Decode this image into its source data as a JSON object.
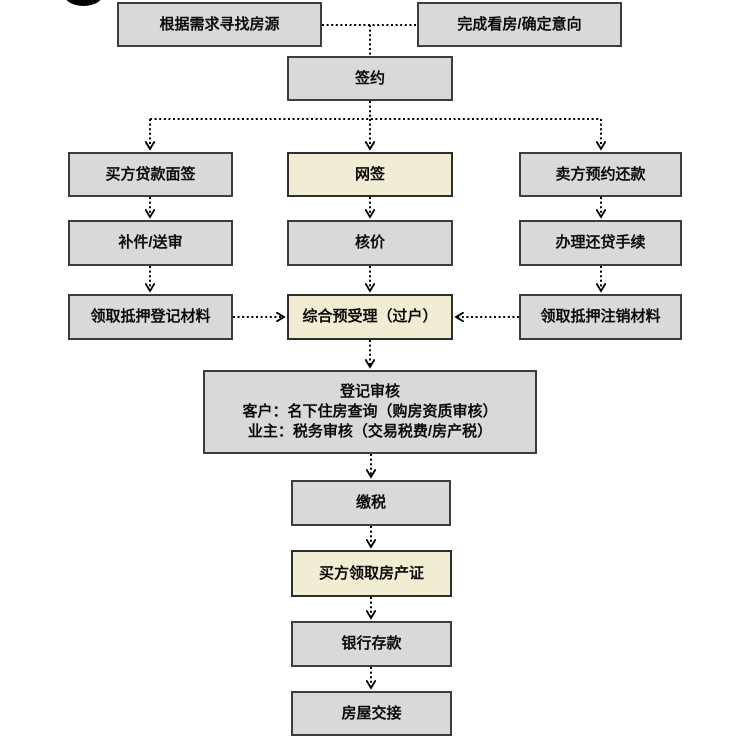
{
  "flowchart": {
    "description_domain": "second-hand housing transaction process flowchart",
    "colors": {
      "background": "#ffffff",
      "box_fill": "#d9d9d9",
      "box_border": "#3d3d3d",
      "highlight_fill": "#f0edd2",
      "connector": "#000000"
    },
    "nodes": {
      "find_house": {
        "label": "根据需求寻找房源",
        "highlight": false
      },
      "confirm_intent": {
        "label": "完成看房/确定意向",
        "highlight": false
      },
      "sign_contract": {
        "label": "签约",
        "highlight": false
      },
      "buyer_loan_interview": {
        "label": "买方贷款面签",
        "highlight": false
      },
      "online_signing": {
        "label": "网签",
        "highlight": true
      },
      "seller_repayment_appointment": {
        "label": "卖方预约还款",
        "highlight": false
      },
      "supplement_submit_review": {
        "label": "补件/送审",
        "highlight": false
      },
      "price_verification": {
        "label": "核价",
        "highlight": false
      },
      "loan_repayment_procedure": {
        "label": "办理还贷手续",
        "highlight": false
      },
      "collect_mortgage_registration_materials": {
        "label": "领取抵押登记材料",
        "highlight": false
      },
      "comprehensive_pre_acceptance": {
        "label": "综合预受理（过户）",
        "highlight": true
      },
      "collect_mortgage_cancellation_materials": {
        "label": "领取抵押注销材料",
        "highlight": false
      },
      "registration_review": {
        "line1": "登记审核",
        "line2": "客户：名下住房查询（购房资质审核）",
        "line3": "业主：税务审核（交易税费/房产税）",
        "highlight": false
      },
      "pay_taxes": {
        "label": "缴税",
        "highlight": false
      },
      "buyer_collect_property_certificate": {
        "label": "买方领取房产证",
        "highlight": true
      },
      "bank_deposit": {
        "label": "银行存款",
        "highlight": false
      },
      "house_handover": {
        "label": "房屋交接",
        "highlight": false
      }
    },
    "edges": [
      "find_house - confirm_intent (dotted, no arrow)",
      "find_house/confirm_intent junction -> sign_contract",
      "sign_contract -> buyer_loan_interview",
      "sign_contract -> online_signing",
      "sign_contract -> seller_repayment_appointment",
      "buyer_loan_interview -> supplement_submit_review",
      "online_signing -> price_verification",
      "seller_repayment_appointment -> loan_repayment_procedure",
      "supplement_submit_review -> collect_mortgage_registration_materials",
      "price_verification -> comprehensive_pre_acceptance",
      "loan_repayment_procedure -> collect_mortgage_cancellation_materials",
      "collect_mortgage_registration_materials -> comprehensive_pre_acceptance",
      "collect_mortgage_cancellation_materials -> comprehensive_pre_acceptance",
      "comprehensive_pre_acceptance -> registration_review",
      "registration_review -> pay_taxes",
      "pay_taxes -> buyer_collect_property_certificate",
      "buyer_collect_property_certificate -> bank_deposit",
      "bank_deposit -> house_handover"
    ]
  }
}
